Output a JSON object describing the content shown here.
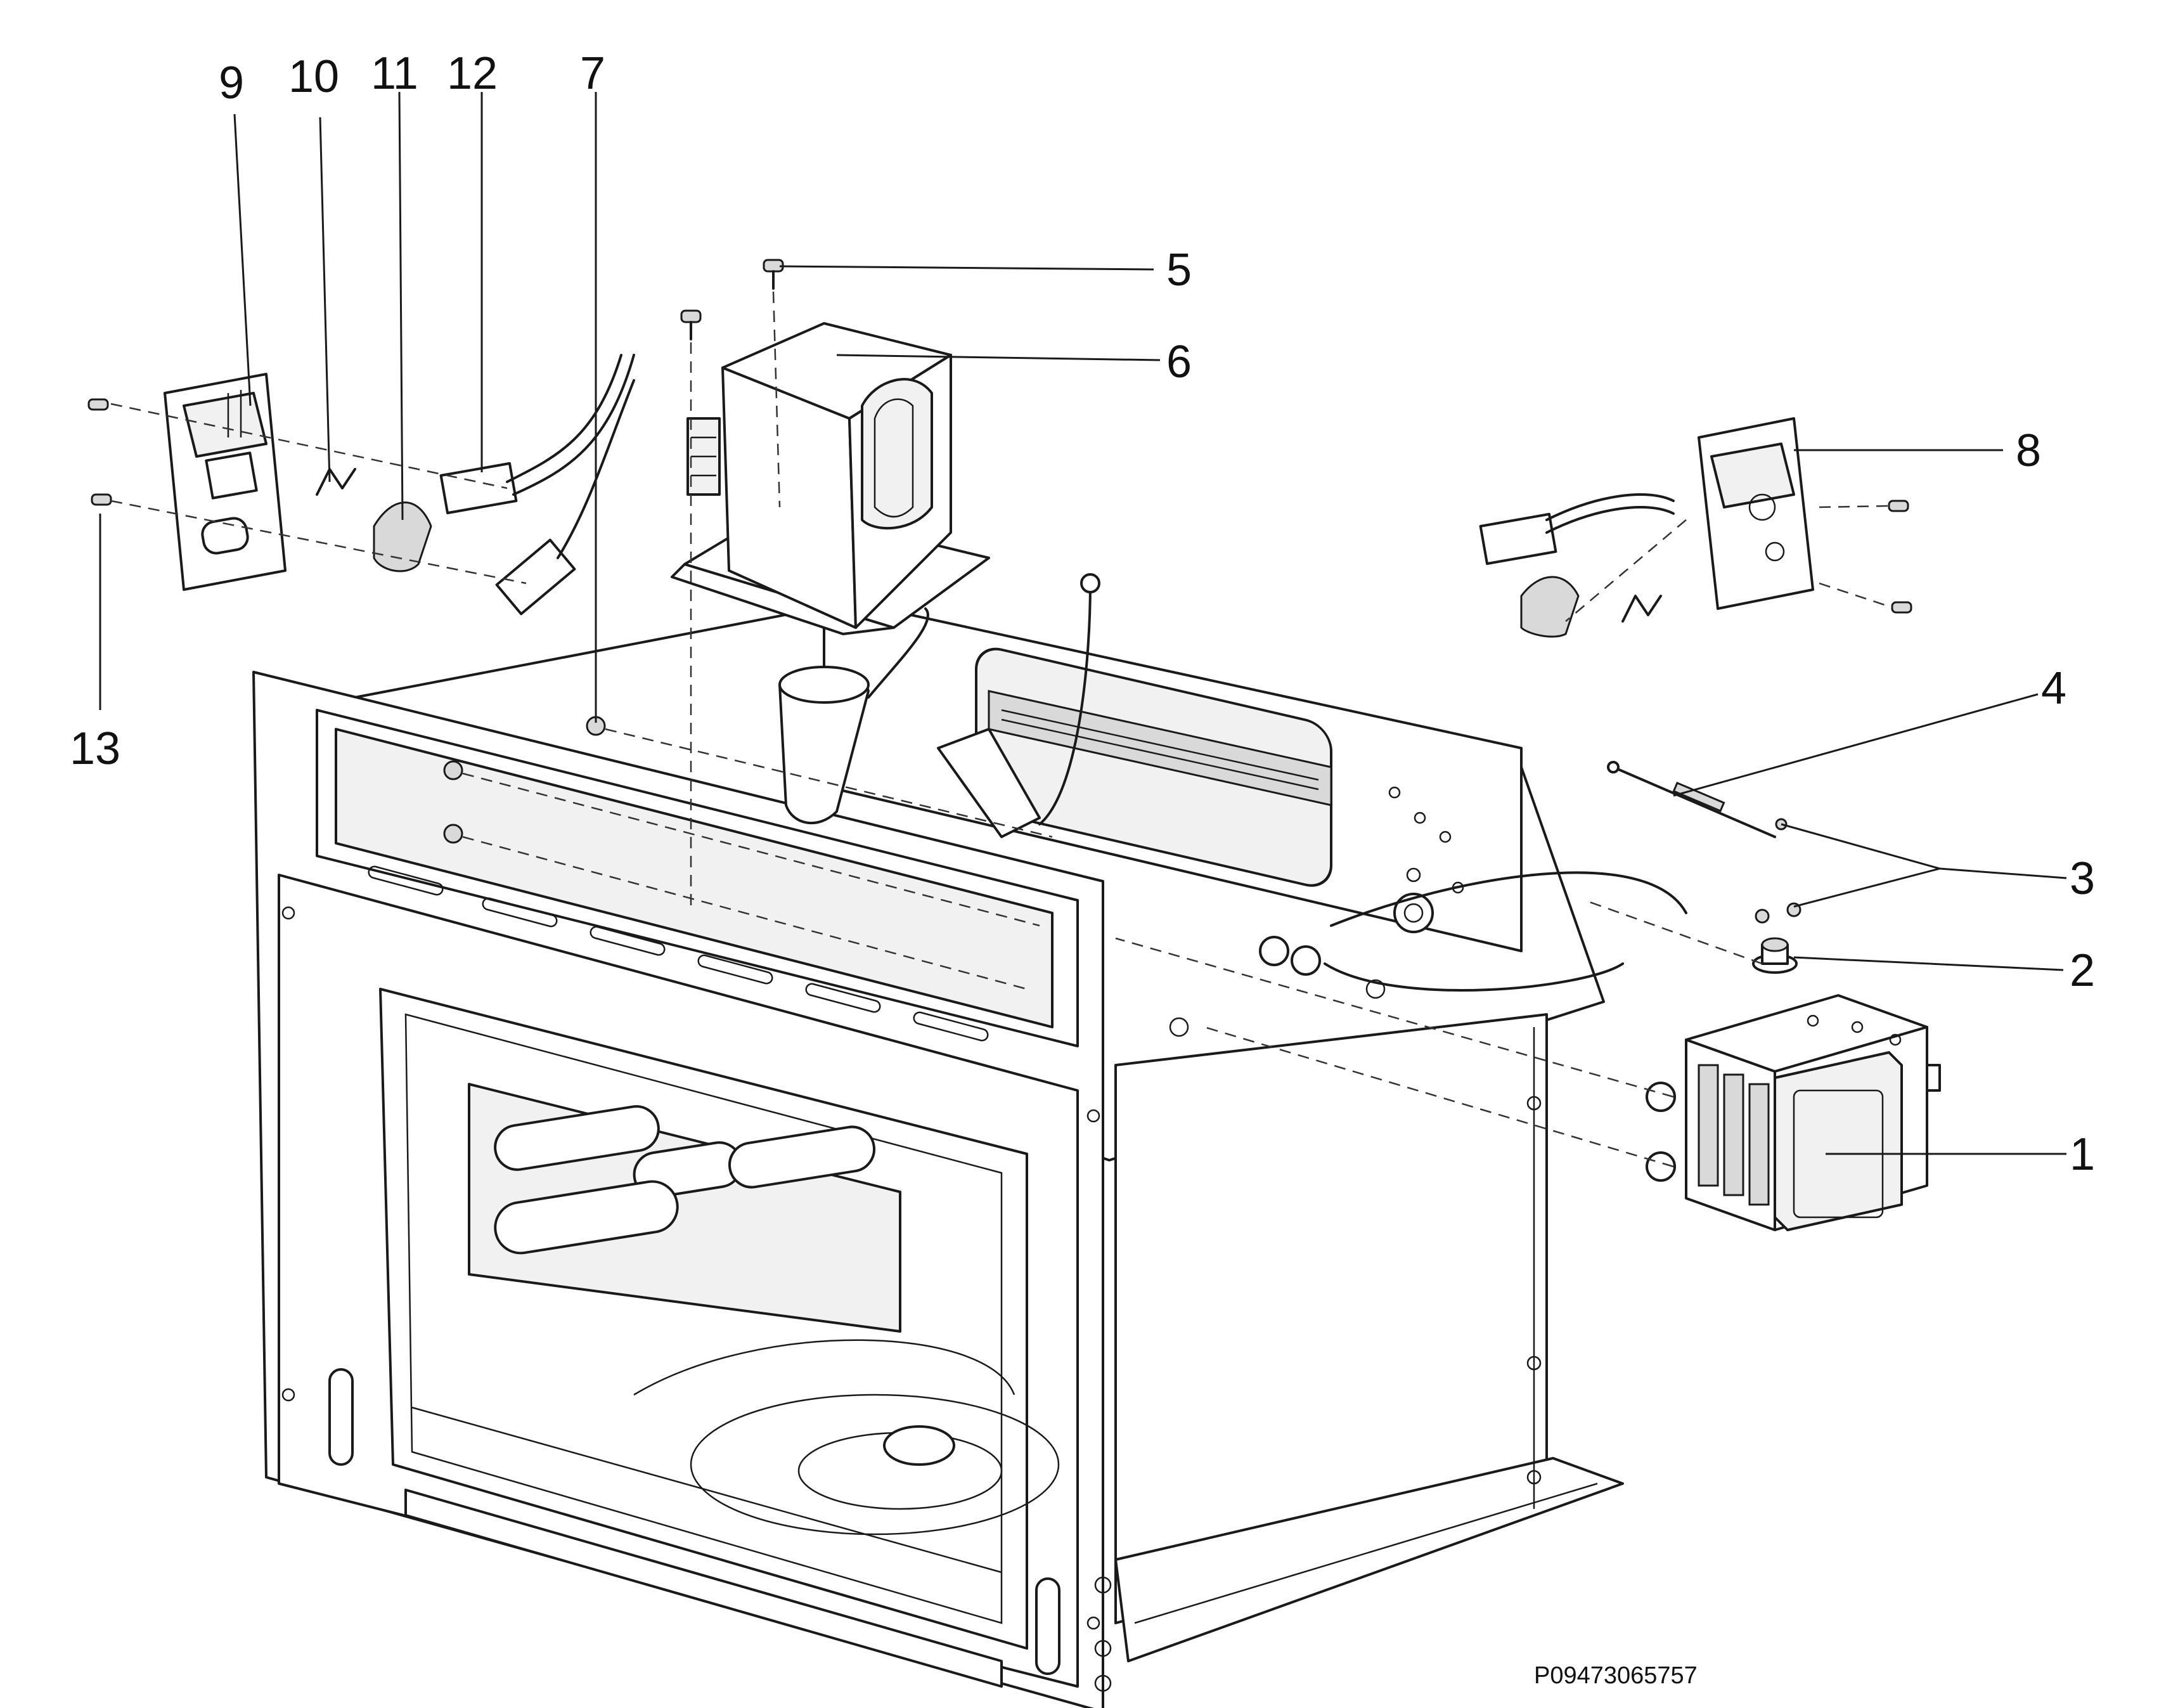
{
  "callouts": {
    "c1": "1",
    "c2": "2",
    "c3": "3",
    "c4": "4",
    "c5": "5",
    "c6": "6",
    "c7": "7",
    "c8": "8",
    "c9": "9",
    "c10": "10",
    "c11": "11",
    "c12": "12",
    "c13": "13"
  },
  "drawing_code": "P09473065757"
}
